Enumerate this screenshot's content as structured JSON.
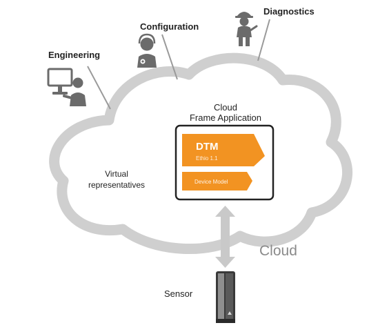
{
  "roles": {
    "engineering": "Engineering",
    "configuration": "Configuration",
    "diagnostics": "Diagnostics"
  },
  "cloud_frame": {
    "line1": "Cloud",
    "line2": "Frame Application"
  },
  "dtm": {
    "title": "DTM",
    "subtitle": "Ethio 1.1",
    "footer": "Device Model"
  },
  "virtual": {
    "line1": "Virtual",
    "line2": "representatives"
  },
  "cloud_label": "Cloud",
  "sensor_label": "Sensor",
  "colors": {
    "cloud_outline": "#cfcfcf",
    "accent": "#f29322",
    "text": "#222222",
    "person": "#6b6b6b",
    "cloud_label": "#8a8a8a"
  },
  "icons": {
    "engineering": "person-at-computer-icon",
    "configuration": "person-with-headset-icon",
    "diagnostics": "person-with-hardhat-icon",
    "sensor": "sensor-device-icon"
  }
}
